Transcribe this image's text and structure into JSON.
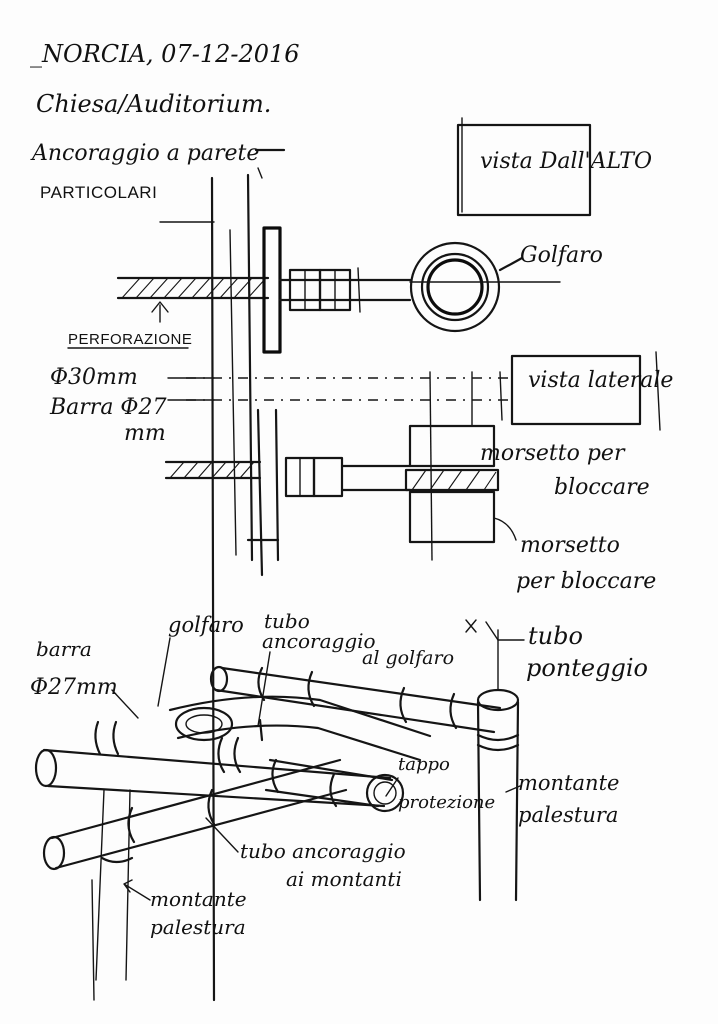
{
  "header": {
    "place_date": "_NORCIA, 07-12-2016",
    "subject": "Chiesa/Auditorium.",
    "title": "Ancoraggio a parete",
    "subtitle": "PARTICOLARI"
  },
  "views": {
    "top_view": "vista Dall'ALTO",
    "side_view": "vista laterale"
  },
  "labels": {
    "golfaro_top": "Golfaro",
    "perforazione": "PERFORAZIONE",
    "perforazione_diam": "Φ30mm",
    "barra_diam": "Barra Φ27",
    "barra_unit": "mm",
    "morsetto_1_line1": "morsetto per",
    "morsetto_1_line2": "bloccare",
    "morsetto_2_line1": "morsetto",
    "morsetto_2_line2": "per bloccare"
  },
  "axonometric": {
    "barra_line1": "barra",
    "barra_line2": "Φ27mm",
    "golfaro": "golfaro",
    "tubo_golfaro_line1": "tubo",
    "tubo_golfaro_line2": "ancoraggio",
    "tubo_golfaro_line3": "al golfaro",
    "tubo_ponteggio_line1": "tubo",
    "tubo_ponteggio_line2": "ponteggio",
    "tappo_line1": "tappo",
    "tappo_line2": "protezione",
    "montante_right_line1": "montante",
    "montante_right_line2": "palestura",
    "tubo_montanti_line1": "tubo ancoraggio",
    "tubo_montanti_line2": "ai montanti",
    "montante_left_line1": "montante",
    "montante_left_line2": "palestura"
  }
}
